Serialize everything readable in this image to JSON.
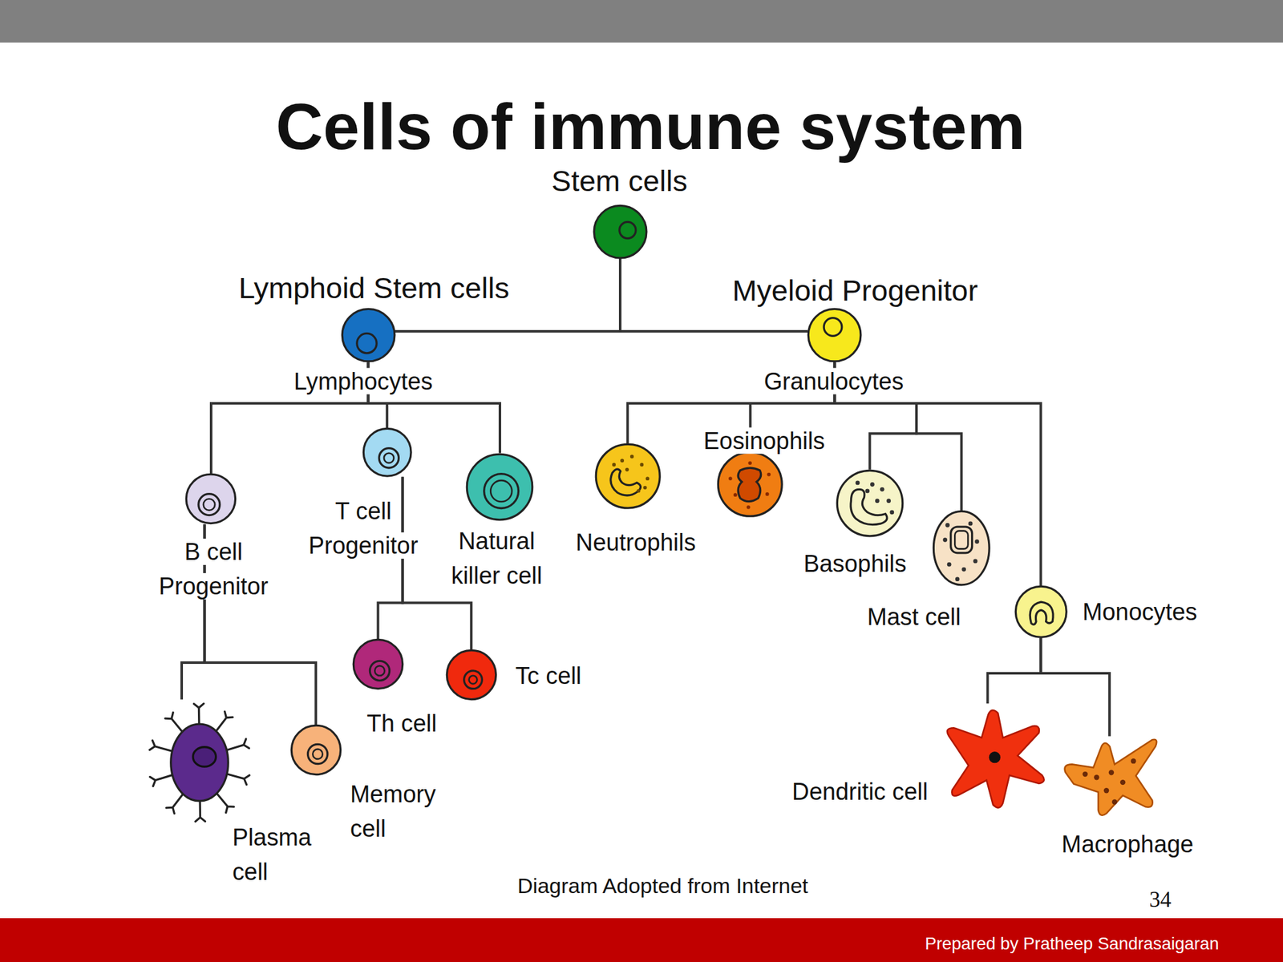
{
  "diagram": {
    "title": "Cells of immune system",
    "caption": "Diagram Adopted from Internet",
    "nodes": [
      {
        "text": [
          "Stem cells"
        ]
      },
      {
        "text": [
          "Lymphoid Stem cells"
        ]
      },
      {
        "text": [
          "Myeloid Progenitor"
        ]
      },
      {
        "text": [
          "B cell Progenitor"
        ]
      },
      {
        "text": [
          "T cell Progenitor"
        ]
      },
      {
        "text": [
          "Natural killer cell"
        ]
      },
      {
        "text": [
          "Neutrophils"
        ]
      },
      {
        "text": [
          "Eosinophils"
        ]
      },
      {
        "text": [
          "Basophils"
        ]
      },
      {
        "text": [
          "Mast cell"
        ]
      },
      {
        "text": [
          "Monocytes"
        ]
      },
      {
        "text": [
          "Th cell"
        ]
      },
      {
        "text": [
          "Tc cell"
        ]
      },
      {
        "text": [
          "Plasma cell"
        ]
      },
      {
        "text": [
          "Memory cell"
        ]
      },
      {
        "text": [
          "Dendritic cell"
        ]
      },
      {
        "text": [
          "Macrophage"
        ]
      }
    ],
    "edges": [
      {
        "from": 0,
        "to": 1,
        "arrow": "none"
      },
      {
        "from": 0,
        "to": 2,
        "arrow": "none"
      },
      {
        "from": 1,
        "to": 3,
        "arrow": "none"
      },
      {
        "from": 1,
        "to": 4,
        "arrow": "none"
      },
      {
        "from": 1,
        "to": 5,
        "arrow": "none"
      },
      {
        "from": 2,
        "to": 6,
        "arrow": "none"
      },
      {
        "from": 2,
        "to": 7,
        "arrow": "none"
      },
      {
        "from": 2,
        "to": 8,
        "arrow": "none"
      },
      {
        "from": 2,
        "to": 9,
        "arrow": "none"
      },
      {
        "from": 2,
        "to": 10,
        "arrow": "none"
      },
      {
        "from": 4,
        "to": 11,
        "arrow": "none"
      },
      {
        "from": 4,
        "to": 12,
        "arrow": "none"
      },
      {
        "from": 3,
        "to": 13,
        "arrow": "none"
      },
      {
        "from": 3,
        "to": 14,
        "arrow": "none"
      },
      {
        "from": 10,
        "to": 15,
        "arrow": "none"
      },
      {
        "from": 10,
        "to": 16,
        "arrow": "none"
      }
    ],
    "labels": [
      "Lymphocytes",
      "Granulocytes",
      "34",
      "Prepared by Pratheep Sandrasaigaran"
    ]
  }
}
